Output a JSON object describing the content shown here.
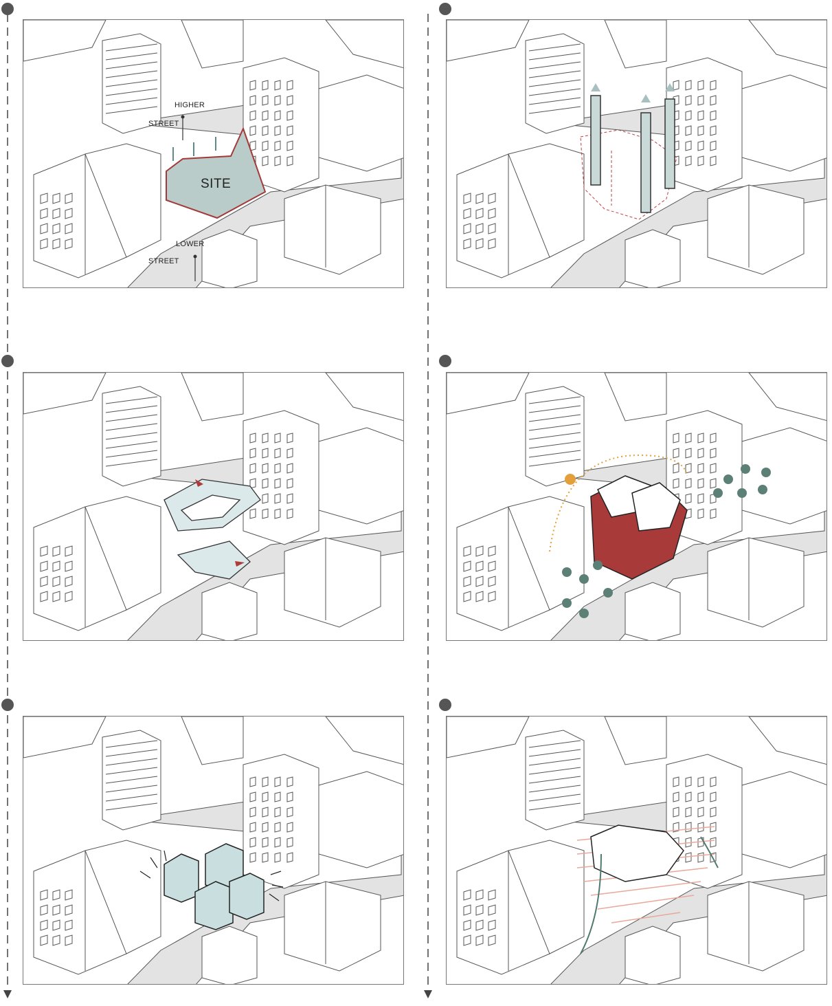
{
  "colors": {
    "line": "#4a4a4a",
    "street": "#d9d9d9",
    "site_fill": "#b9ccca",
    "site_outline": "#a33a3a",
    "teal_arrow": "#7fa3a3",
    "red_arrow": "#b03a3a",
    "red_floor": "#a83a3a",
    "tree": "#5c8075",
    "sun": "#e3a03a",
    "pink_lines": "#e8a89a",
    "dot": "#555555"
  },
  "panel1": {
    "higher_street_top": "HIGHER",
    "higher_street_bottom": "STREET",
    "site": "SITE",
    "lower_street_top": "LOWER",
    "lower_street_bottom": "STREET"
  },
  "icons": [
    "step-dot-icon",
    "timeline-arrow-icon",
    "up-arrow-icon",
    "red-arrow-icon",
    "sun-icon",
    "tree-icon",
    "curved-arrow-icon"
  ]
}
